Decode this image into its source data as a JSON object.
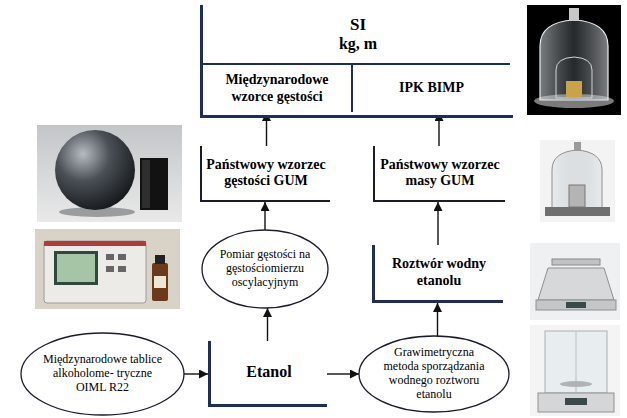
{
  "diagram": {
    "nodes": [
      {
        "text": [
          "SI",
          "kg, m"
        ]
      },
      {
        "text": [
          "Międzynarodowe wzorce gęstości"
        ],
        "in": 0
      },
      {
        "text": [
          "IPK BIMP"
        ],
        "in": 0
      },
      {
        "text": [
          "Państwowy wzorzec gęstości GUM"
        ]
      },
      {
        "text": [
          "Państwowy wzorzec masy GUM"
        ]
      },
      {
        "text": [
          "Pomiar gęstości na gęstościomierzu oscylacyjnym"
        ]
      },
      {
        "text": [
          "Roztwór wodny etanolu"
        ]
      },
      {
        "text": [
          "Międzynarodowe tablice alkoholome- tryczne OIML R22"
        ]
      },
      {
        "text": [
          "Etanol"
        ]
      },
      {
        "text": [
          "Grawimetryczna metoda sporządzania wodnego roztworu etanolu"
        ]
      }
    ],
    "edges": [
      {
        "from": 3,
        "to": 1,
        "arrow": "to"
      },
      {
        "from": 4,
        "to": 2,
        "arrow": "to"
      },
      {
        "from": 5,
        "to": 3,
        "arrow": "to"
      },
      {
        "from": 6,
        "to": 4,
        "arrow": "to"
      },
      {
        "from": 8,
        "to": 5,
        "arrow": "to"
      },
      {
        "from": 7,
        "to": 8,
        "arrow": "to"
      },
      {
        "from": 8,
        "to": 9,
        "arrow": "to"
      },
      {
        "from": 9,
        "to": 6,
        "arrow": "to"
      }
    ]
  }
}
